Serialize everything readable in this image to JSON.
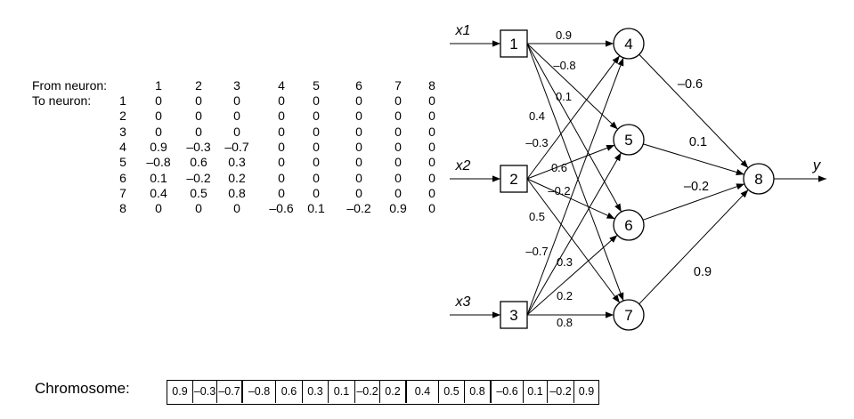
{
  "matrix": {
    "from_label": "From neuron:",
    "to_label": "To neuron:",
    "columns": [
      "1",
      "2",
      "3",
      "4",
      "5",
      "6",
      "7",
      "8"
    ],
    "rows": [
      {
        "label": "1",
        "values": [
          "0",
          "0",
          "0",
          "0",
          "0",
          "0",
          "0",
          "0"
        ]
      },
      {
        "label": "2",
        "values": [
          "0",
          "0",
          "0",
          "0",
          "0",
          "0",
          "0",
          "0"
        ]
      },
      {
        "label": "3",
        "values": [
          "0",
          "0",
          "0",
          "0",
          "0",
          "0",
          "0",
          "0"
        ]
      },
      {
        "label": "4",
        "values": [
          "0.9",
          "–0.3",
          "–0.7",
          "0",
          "0",
          "0",
          "0",
          "0"
        ]
      },
      {
        "label": "5",
        "values": [
          "–0.8",
          "0.6",
          "0.3",
          "0",
          "0",
          "0",
          "0",
          "0"
        ]
      },
      {
        "label": "6",
        "values": [
          "0.1",
          "–0.2",
          "0.2",
          "0",
          "0",
          "0",
          "0",
          "0"
        ]
      },
      {
        "label": "7",
        "values": [
          "0.4",
          "0.5",
          "0.8",
          "0",
          "0",
          "0",
          "0",
          "0"
        ]
      },
      {
        "label": "8",
        "values": [
          "0",
          "0",
          "0",
          "–0.6",
          "0.1",
          "–0.2",
          "0.9",
          "0"
        ]
      }
    ]
  },
  "network": {
    "inputs": [
      "x1",
      "x2",
      "x3"
    ],
    "output": "y",
    "input_nodes": [
      "1",
      "2",
      "3"
    ],
    "hidden_nodes": [
      "4",
      "5",
      "6",
      "7"
    ],
    "output_node": "8",
    "weights_input_hidden": [
      {
        "from": "1",
        "to": "4",
        "w": "0.9"
      },
      {
        "from": "1",
        "to": "5",
        "w": "–0.8"
      },
      {
        "from": "1",
        "to": "6",
        "w": "0.1"
      },
      {
        "from": "1",
        "to": "7",
        "w": "0.4"
      },
      {
        "from": "2",
        "to": "4",
        "w": "–0.3"
      },
      {
        "from": "2",
        "to": "5",
        "w": "0.6"
      },
      {
        "from": "2",
        "to": "6",
        "w": "–0.2"
      },
      {
        "from": "2",
        "to": "7",
        "w": "0.5"
      },
      {
        "from": "3",
        "to": "4",
        "w": "–0.7"
      },
      {
        "from": "3",
        "to": "5",
        "w": "0.3"
      },
      {
        "from": "3",
        "to": "6",
        "w": "0.2"
      },
      {
        "from": "3",
        "to": "7",
        "w": "0.8"
      }
    ],
    "weights_hidden_output": [
      {
        "from": "4",
        "to": "8",
        "w": "–0.6"
      },
      {
        "from": "5",
        "to": "8",
        "w": "0.1"
      },
      {
        "from": "6",
        "to": "8",
        "w": "–0.2"
      },
      {
        "from": "7",
        "to": "8",
        "w": "0.9"
      }
    ]
  },
  "chromosome": {
    "label": "Chromosome:",
    "genes": [
      "0.9",
      "–0.3",
      "–0.7",
      "–0.8",
      "0.6",
      "0.3",
      "0.1",
      "–0.2",
      "0.2",
      "0.4",
      "0.5",
      "0.8",
      "–0.6",
      "0.1",
      "–0.2",
      "0.9"
    ]
  }
}
